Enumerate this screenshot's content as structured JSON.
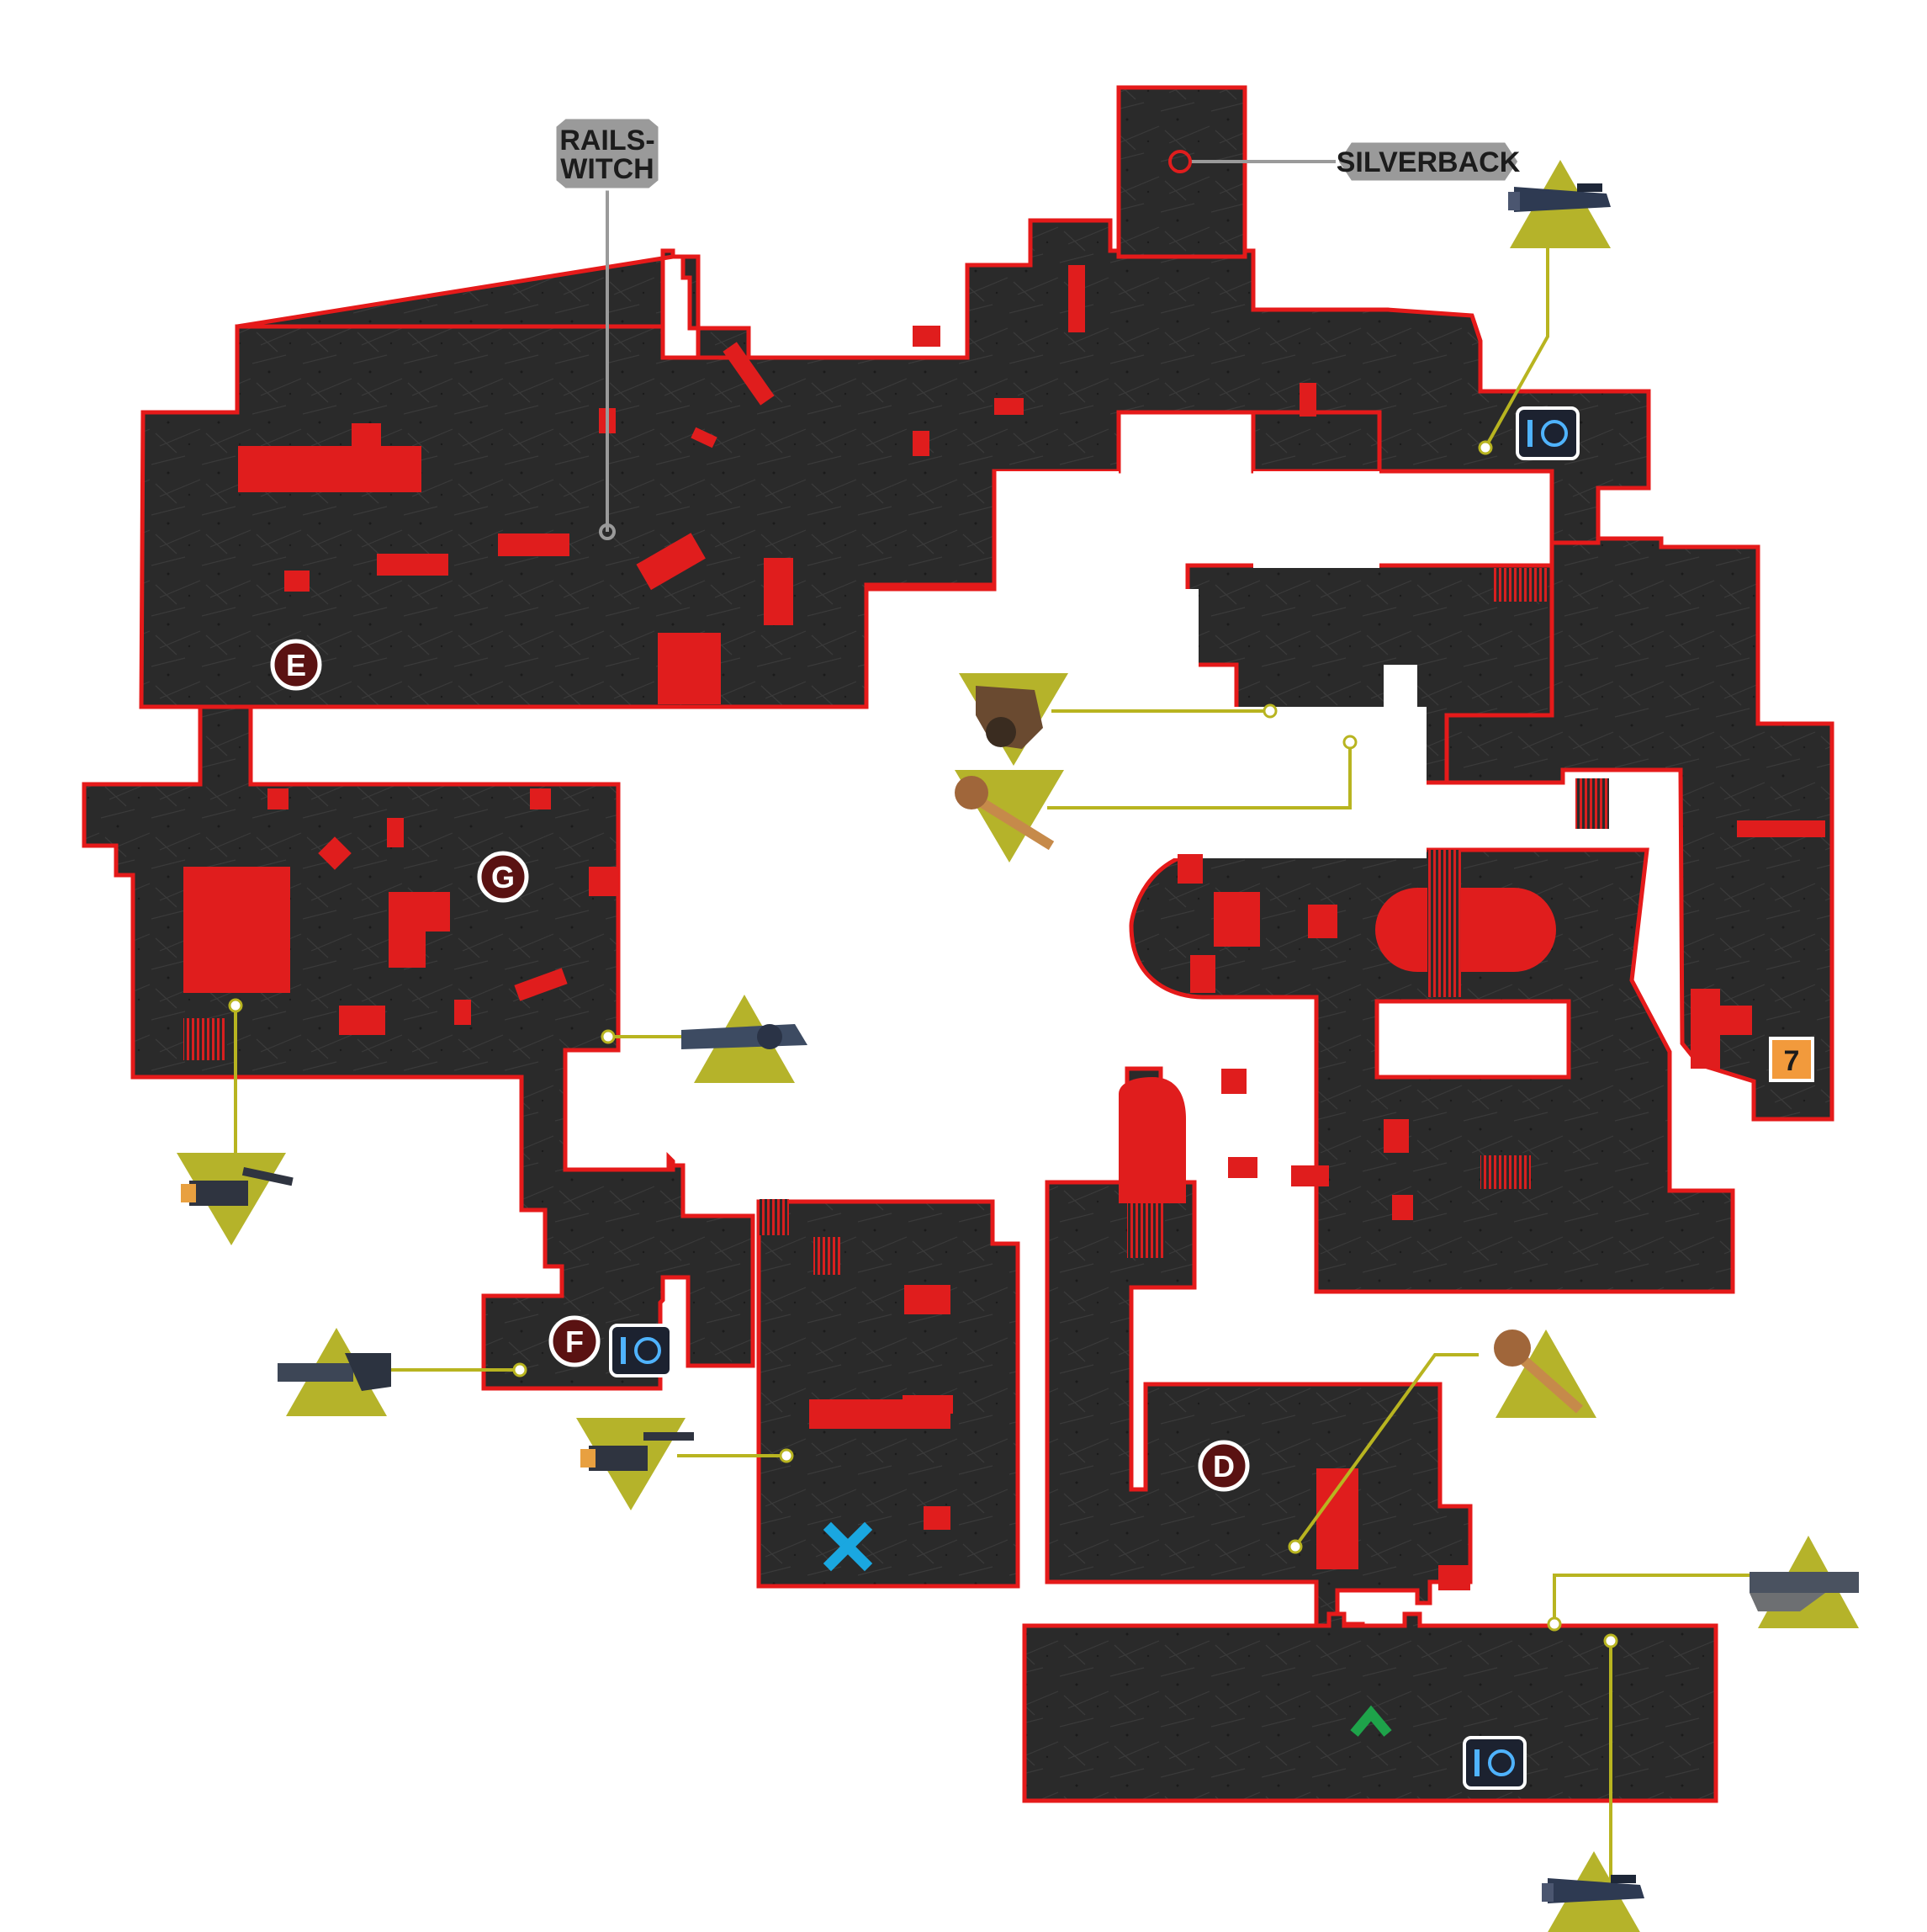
{
  "callouts": {
    "railswitch": [
      "RAILS-",
      "WITCH"
    ],
    "silverback": "SILVERBACK"
  },
  "markers": {
    "e": "E",
    "g": "G",
    "f": "F",
    "d": "D",
    "seven": "7"
  },
  "symbols": {
    "team_spawn_x": "X",
    "team_spawn_caret": "^"
  },
  "weapon_icons": [
    "longshot-sniper-icon",
    "one-shot-cannon-icon",
    "boomshield-icon",
    "mace-hammer-icon",
    "digger-launcher-icon",
    "gorgon-pistol-icon",
    "mulcher-gatling-icon",
    "mace-hammer-icon",
    "retro-lancer-icon",
    "longshot-sniper-icon"
  ],
  "colors": {
    "floor": "#2b2b2b",
    "floor_edge": "#e51a1a",
    "cover": "#e01d1d",
    "link_line": "#b8b420",
    "weapon_triangle": "#b5b32a",
    "marker_fill": "#5a1212",
    "callout_fill": "#9a9a9a",
    "spawn_x": "#1aa7e0",
    "spawn_caret": "#1ea34a",
    "objective_badge": "#f29a3c"
  }
}
